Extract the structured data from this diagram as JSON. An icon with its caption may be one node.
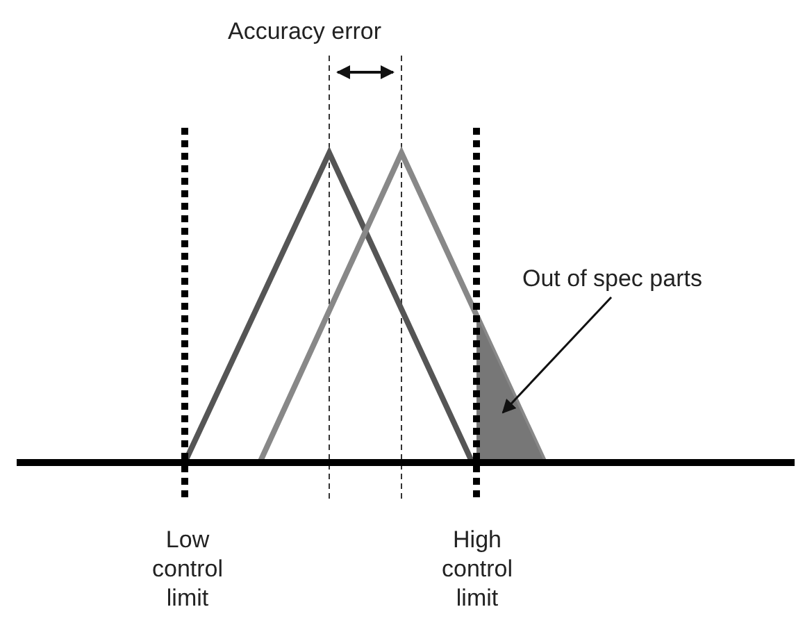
{
  "diagram": {
    "nodes": [
      {
        "text": [
          "Out of spec parts"
        ]
      },
      {
        "text": [],
        "shape": "triangle"
      }
    ],
    "edges": [
      {
        "from": 0,
        "to": 1,
        "arrow": "to"
      }
    ],
    "labels": [
      "Accuracy error",
      "Low control limit",
      "High control limit"
    ]
  }
}
